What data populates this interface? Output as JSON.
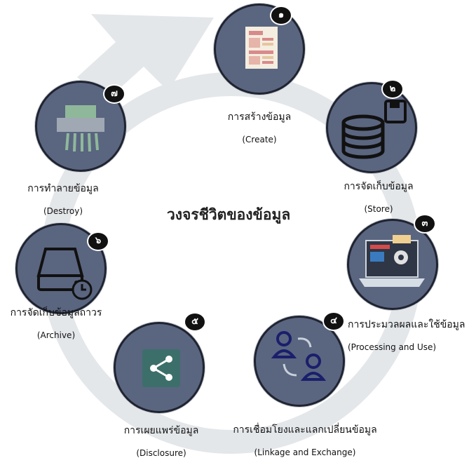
{
  "title": "วงจรชีวิตของข้อมูล",
  "stages": [
    {
      "badge": "๑",
      "thai": "การสร้างข้อมูล",
      "english": "(Create)",
      "icon": "document-icon"
    },
    {
      "badge": "๒",
      "thai": "การจัดเก็บข้อมูล",
      "english": "(Store)",
      "icon": "database-icon"
    },
    {
      "badge": "๓",
      "thai": "การประมวลผลและใช้ข้อมูล",
      "english": "(Processing and Use)",
      "icon": "laptop-processing-icon"
    },
    {
      "badge": "๔",
      "thai": "การเชื่อมโยงและแลกเปลี่ยนข้อมูล",
      "english": "(Linkage and Exchange)",
      "icon": "users-exchange-icon"
    },
    {
      "badge": "๕",
      "thai": "การเผยแพร่ข้อมูล",
      "english": "(Disclosure)",
      "icon": "share-icon"
    },
    {
      "badge": "๖",
      "thai": "การจัดเก็บข้อมูลถาวร",
      "english": "(Archive)",
      "icon": "archive-drive-icon"
    },
    {
      "badge": "๗",
      "thai": "การทำลายข้อมูล",
      "english": "(Destroy)",
      "icon": "shredder-icon"
    }
  ],
  "colors": {
    "circle_fill": "#5a6580",
    "ring": "#e4e7ea",
    "badge": "#111111"
  }
}
